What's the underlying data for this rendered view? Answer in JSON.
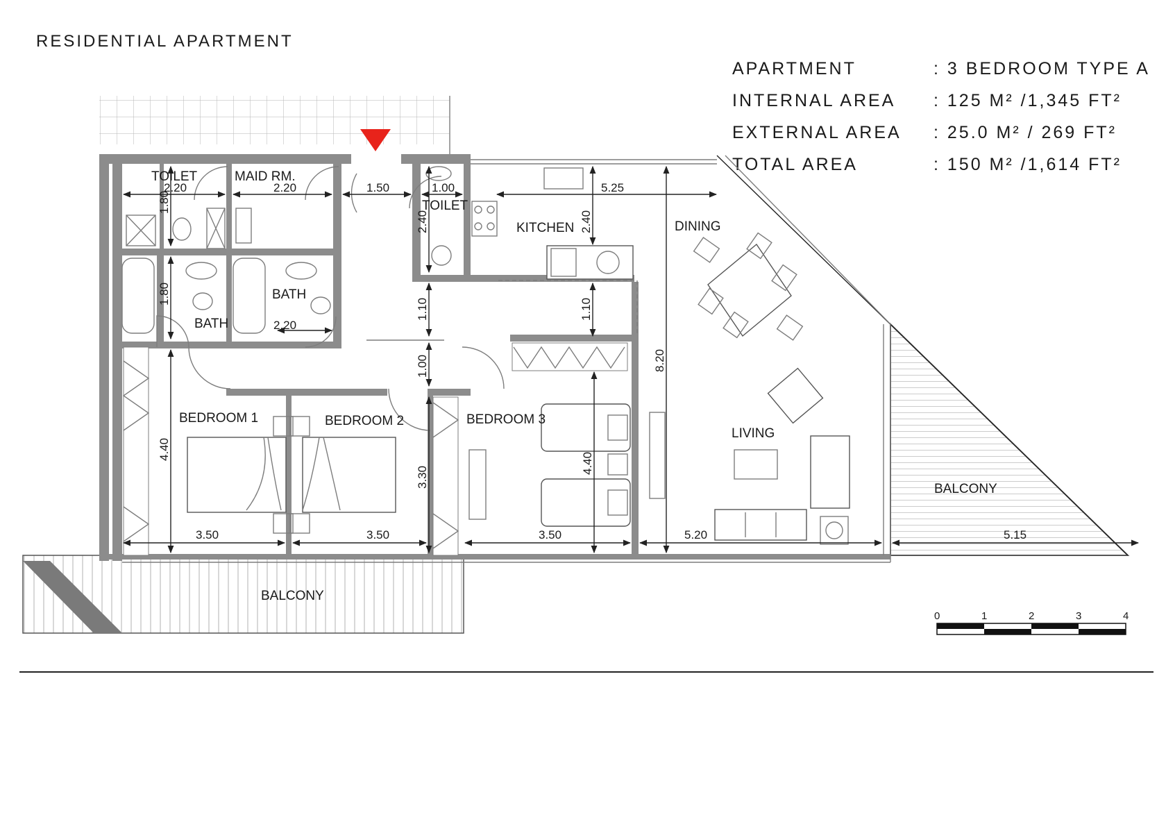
{
  "header": {
    "title": "RESIDENTIAL APARTMENT",
    "specs": [
      {
        "label": "APARTMENT",
        "value": ": 3 BEDROOM TYPE A"
      },
      {
        "label": "INTERNAL AREA",
        "value": ": 125 M² /1,345 FT²"
      },
      {
        "label": "EXTERNAL AREA",
        "value": ": 25.0 M² /  269 FT²"
      },
      {
        "label": "TOTAL AREA",
        "value": ": 150 M² /1,614 FT²"
      }
    ]
  },
  "rooms": {
    "toilet_1": "TOILET",
    "maid": "MAID RM.",
    "toilet_2": "TOILET",
    "kitchen": "KITCHEN",
    "dining": "DINING",
    "bath_1": "BATH",
    "bath_2": "BATH",
    "bedroom_1": "BEDROOM 1",
    "bedroom_2": "BEDROOM 2",
    "bedroom_3": "BEDROOM 3",
    "living": "LIVING",
    "balcony_side": "BALCONY",
    "balcony_front": "BALCONY"
  },
  "dimensions": {
    "toilet_w": "2.20",
    "maid_w": "2.20",
    "entry_w": "1.50",
    "toilet2_w": "1.00",
    "kitchen_w": "5.25",
    "toilet_h": "1.80",
    "toilet2_h": "2.40",
    "kitchen_h": "2.40",
    "bath1_h": "1.80",
    "bath2_w": "2.20",
    "corridor_h1": "1.10",
    "corridor_h2": "1.10",
    "corridor_h3": "1.00",
    "dining_living_h": "8.20",
    "bed1_h": "4.40",
    "bed2_closet_h": "3.30",
    "bed3_h": "4.40",
    "bed1_w": "3.50",
    "bed2_w": "3.50",
    "bed3_w": "3.50",
    "living_w": "5.20",
    "balcony_w": "5.15"
  },
  "scale_bar": [
    "0",
    "1",
    "2",
    "3",
    "4"
  ],
  "colors": {
    "wall": "#8c8c8c",
    "entry_marker": "#e8231b",
    "line": "#222222"
  }
}
